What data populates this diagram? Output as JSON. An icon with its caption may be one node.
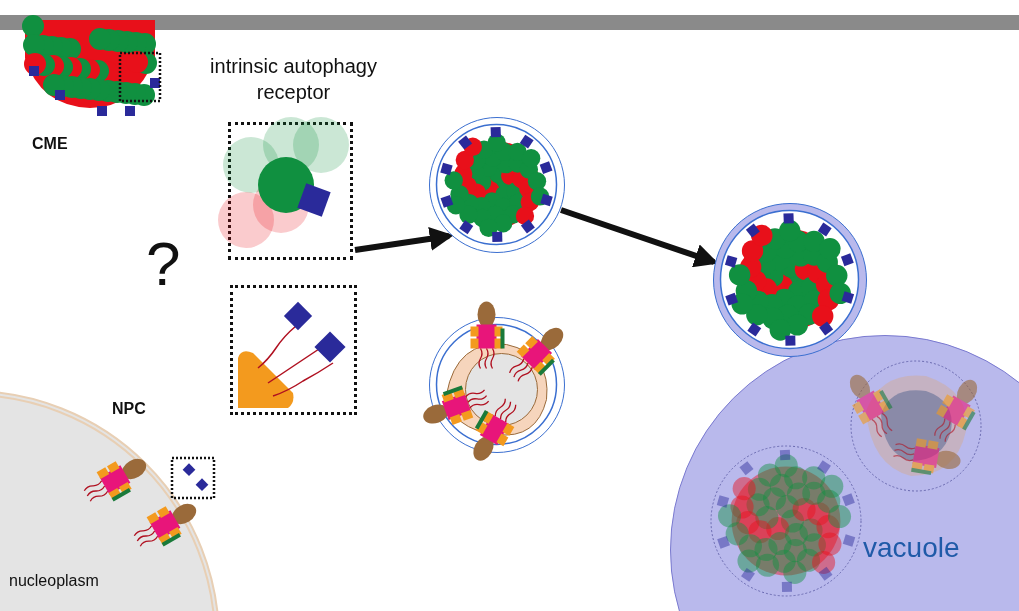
{
  "diagram": {
    "nodes": [
      {
        "text": [
          "intrinsic autophagy receptor"
        ]
      },
      {
        "text": [],
        "shape": "box"
      },
      {
        "text": [],
        "shape": "circle"
      },
      {
        "text": [],
        "shape": "circle"
      },
      {
        "text": [],
        "shape": "circle"
      },
      {
        "text": [
          "vacuole"
        ]
      },
      {
        "text": [
          "nucleoplasm"
        ]
      }
    ],
    "edges": [
      {
        "from": 0,
        "to": 2,
        "arrow": "to"
      },
      {
        "from": 2,
        "to": 4,
        "arrow": "to"
      }
    ],
    "labels": [
      "CME",
      "?",
      "NPC"
    ]
  }
}
